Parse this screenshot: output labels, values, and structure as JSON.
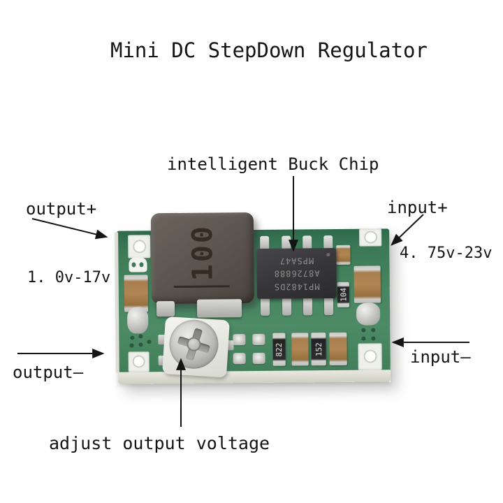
{
  "title": "Mini DC StepDown Regulator",
  "annotations": {
    "buck_chip": "intelligent Buck Chip",
    "output_plus": "output+",
    "output_voltage_range": "1. 0v-17v",
    "input_plus": "input+",
    "input_voltage_range": "4. 75v-23v",
    "output": "output—",
    "input": "input—",
    "adjust_output_voltage": "adjust output voltage"
  },
  "pcb": {
    "inductor_marking": "100",
    "chip": {
      "line1": "MP1482DS",
      "line2": "A8726888",
      "line3": "MPSA47"
    },
    "resistor1_marking": "822",
    "resistor2_marking": "152",
    "capacitor_marking": "104"
  },
  "colors": {
    "pcb_green": "#44825f",
    "inductor_body": "#5e5650",
    "chip_body": "#353538",
    "capacitor_tan": "#ab8150",
    "label_text": "#141414",
    "background": "#ffffff"
  }
}
